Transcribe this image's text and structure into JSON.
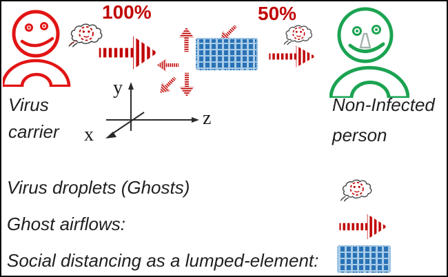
{
  "diagram": {
    "percent_before": "100%",
    "percent_after": "50%",
    "carrier_line1": "Virus",
    "carrier_line2": "carrier",
    "receiver_line1": "Non-Infected",
    "receiver_line2": "person",
    "axes": {
      "x": "x",
      "y": "y",
      "z": "z"
    }
  },
  "legend": {
    "droplets": "Virus droplets (Ghosts)",
    "airflows": "Ghost airflows:",
    "distancing": "Social distancing as a lumped-element:"
  },
  "icons": {
    "ghost": "virus-droplet-ghost-icon",
    "airflow": "airflow-arrow-icon",
    "barrier": "social-distancing-barrier"
  },
  "colors": {
    "carrier_red": "#e21414",
    "accent_red": "#c00505",
    "receiver_green": "#1ba351",
    "barrier_dark_blue": "#2a72b5",
    "barrier_light_blue": "#a9cce8",
    "text_dark": "#1f1f1f",
    "axis_black": "#2a2a2a"
  }
}
